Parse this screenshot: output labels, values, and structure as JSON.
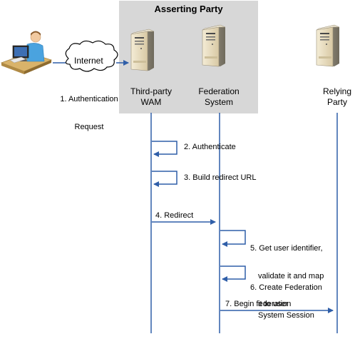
{
  "asserting_party": {
    "title": "Asserting Party"
  },
  "cloud": {
    "label": "Internet"
  },
  "actors": {
    "wam": {
      "line1": "Third-party",
      "line2": "WAM"
    },
    "federation": {
      "line1": "Federation",
      "line2": "System"
    },
    "relying": {
      "line1": "Relying",
      "line2": "Party"
    }
  },
  "messages": [
    {
      "id": "auth-request",
      "lines": [
        "1. Authentication",
        "Request"
      ]
    },
    {
      "id": "authenticate",
      "lines": [
        "2. Authenticate"
      ]
    },
    {
      "id": "build-redirect",
      "lines": [
        "3. Build redirect URL"
      ]
    },
    {
      "id": "redirect",
      "lines": [
        "4. Redirect"
      ]
    },
    {
      "id": "get-user-id",
      "lines": [
        "5. Get user identifier,",
        "validate it and map",
        "it to user"
      ]
    },
    {
      "id": "create-session",
      "lines": [
        "6. Create Federation",
        "System Session"
      ]
    },
    {
      "id": "begin-federation",
      "lines": [
        "7. Begin federation"
      ]
    }
  ],
  "colors": {
    "arrow": "#2f5ea8",
    "lifeline": "#2f5ea8",
    "box": "#d7d7d7"
  },
  "icons": [
    "user-at-computer-icon",
    "server-icon"
  ]
}
